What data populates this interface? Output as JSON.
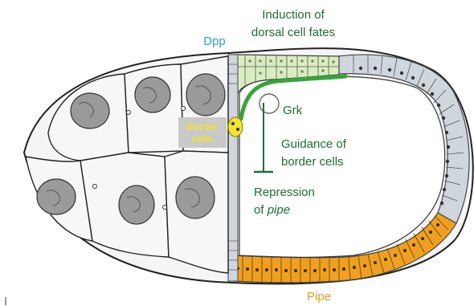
{
  "labels": {
    "induction_line1": "Induction of",
    "induction_line2": "dorsal cell fates",
    "dpp": "Dpp",
    "grk": "Grk",
    "guidance_line1": "Guidance of",
    "guidance_line2": "border cells",
    "repression_line1": "Repression",
    "repression_line2_prefix": "of ",
    "repression_line2_italic": "pipe",
    "pipe": "Pipe",
    "border_cells_line1": "Border",
    "border_cells_line2": "cells"
  },
  "colors": {
    "label_green": "#1f6b3c",
    "label_blue": "#2a9fd6",
    "label_orange": "#e39a1d",
    "border_cells_yellow": "#f2e431",
    "dorsal_follicle_green": "#d9eec0",
    "ventral_follicle_orange": "#f0a020",
    "lateral_follicle_gray": "#cfd6de",
    "grk_signal_green": "#3aa43a"
  }
}
